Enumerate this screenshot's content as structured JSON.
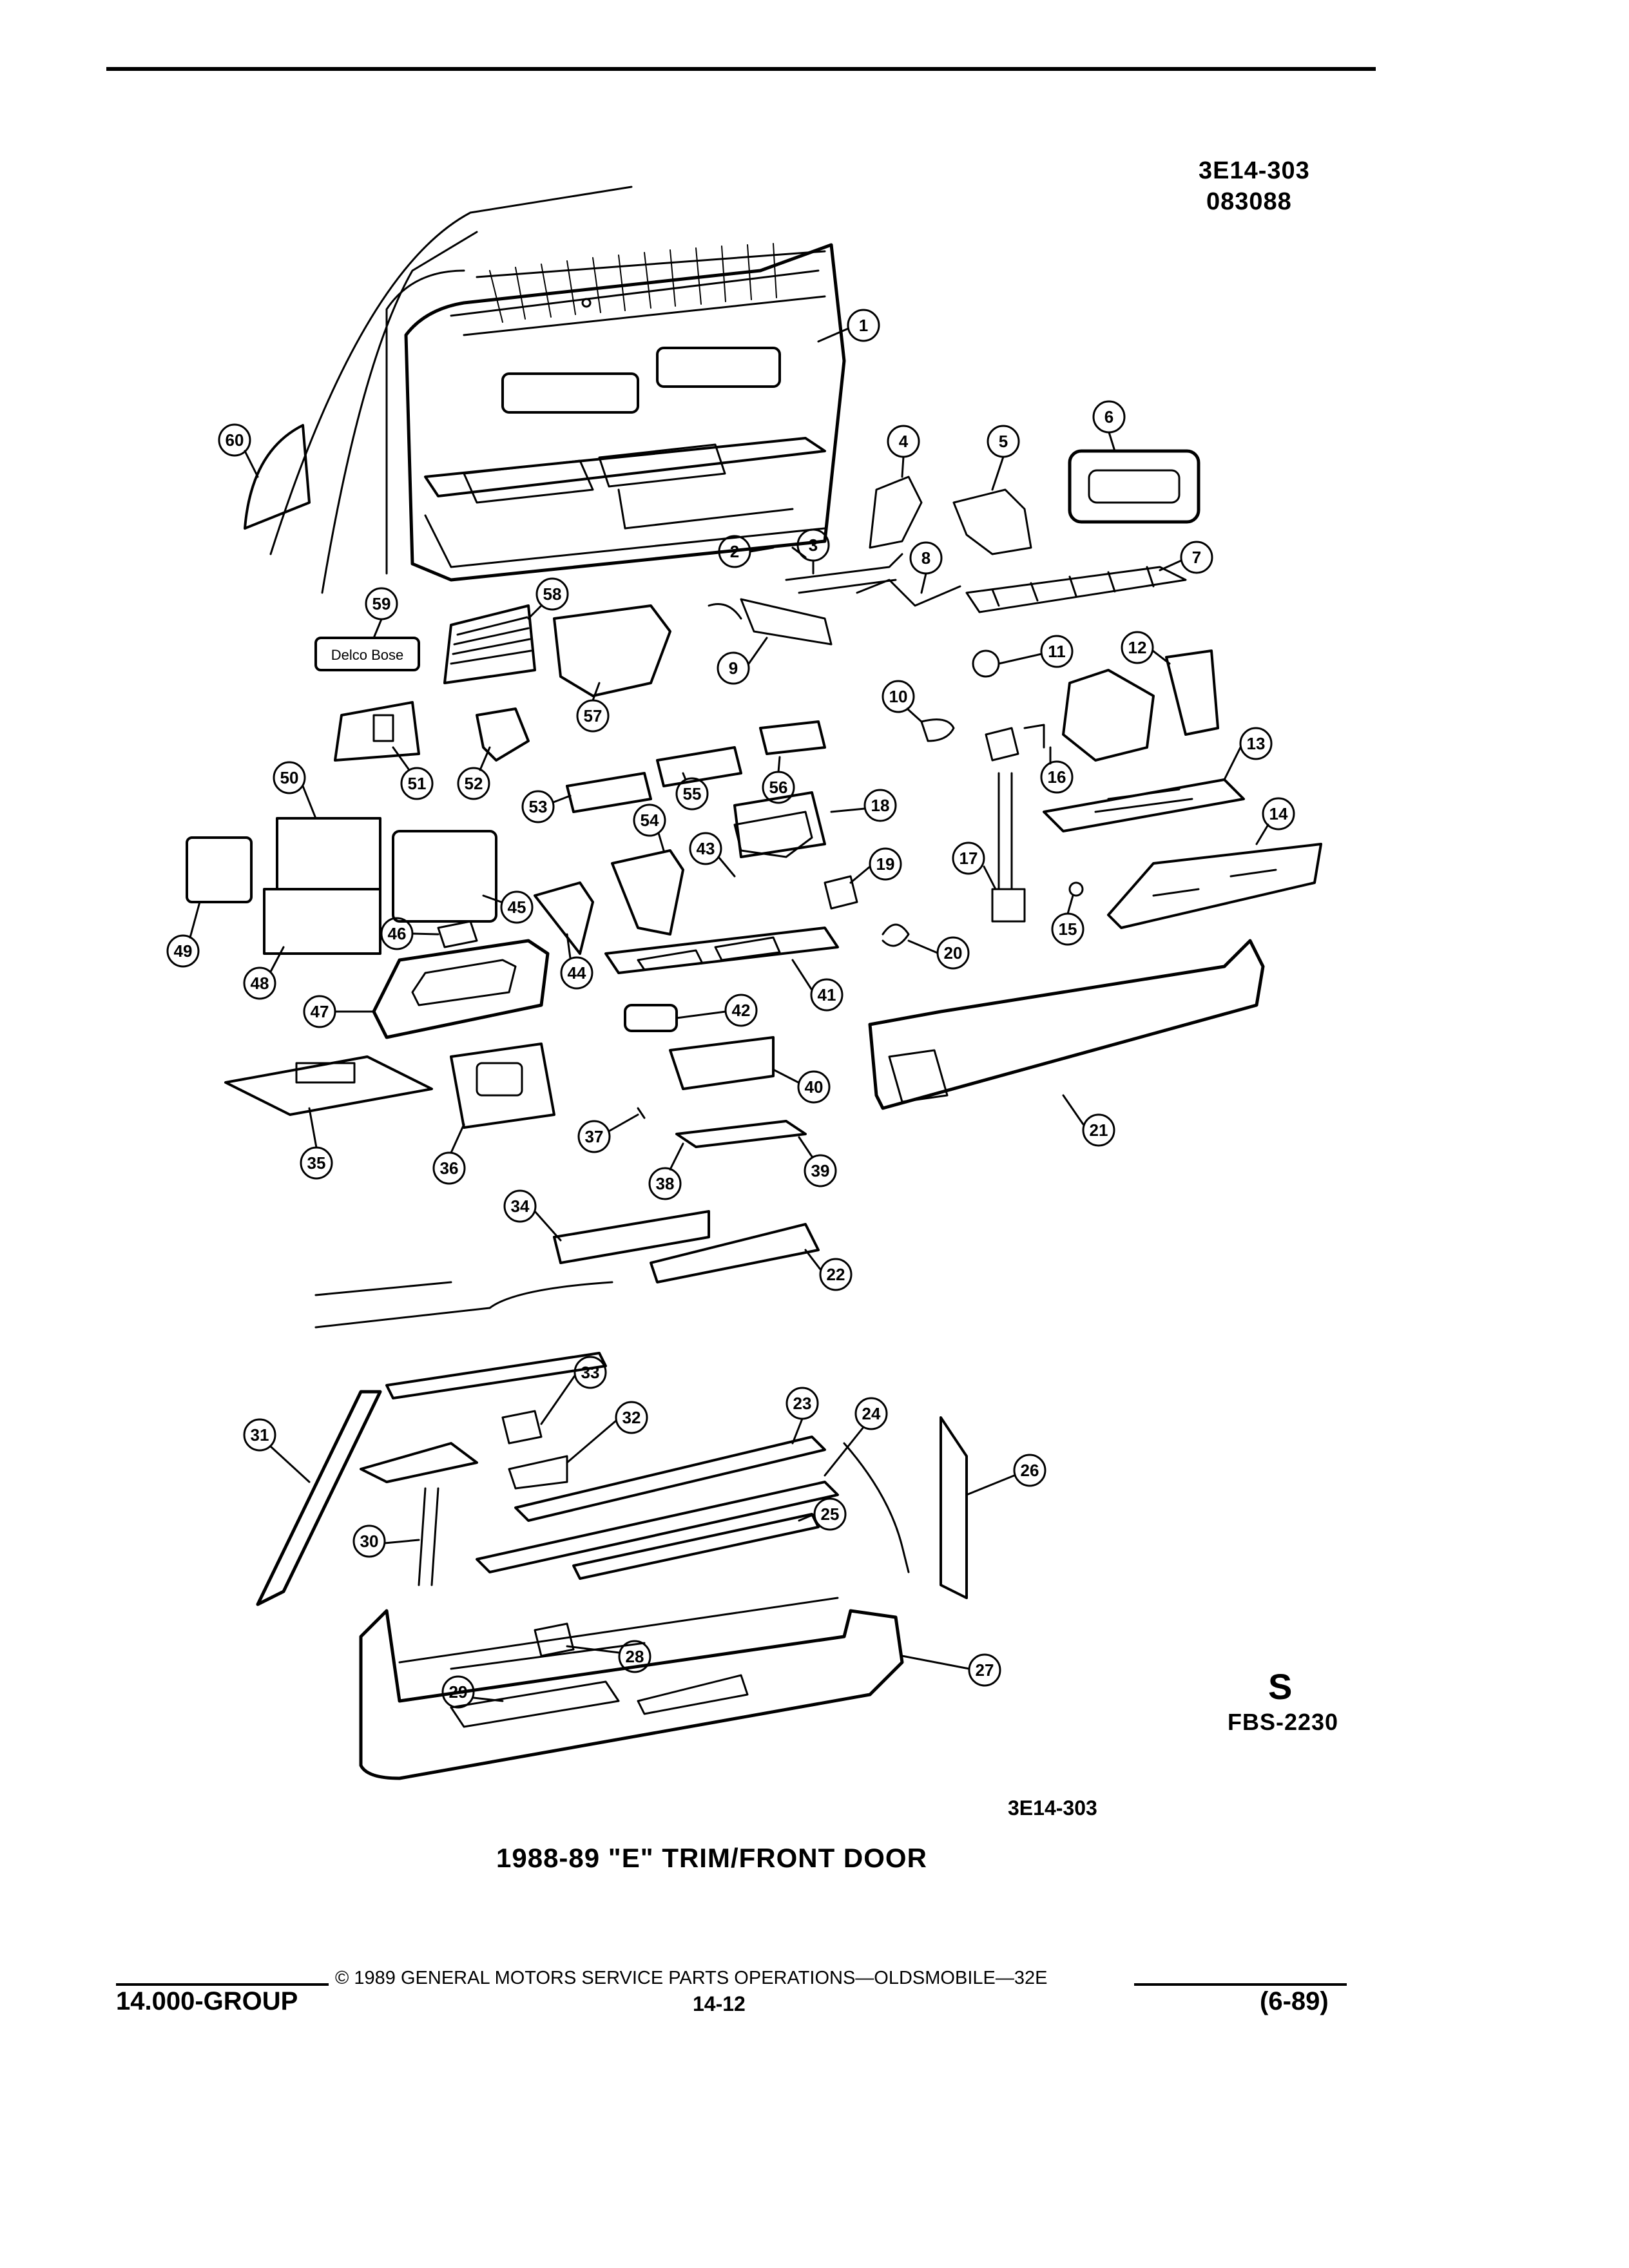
{
  "header": {
    "doc_number": "3E14-303",
    "doc_date": "083088"
  },
  "figure": {
    "code": "FBS-2230",
    "id_label": "3E14-303",
    "caption": "1988-89 \"E\" TRIM/FRONT DOOR",
    "logo_text": "S"
  },
  "footer": {
    "group": "14.000-GROUP",
    "copyright": "© 1989 GENERAL MOTORS SERVICE PARTS OPERATIONS—OLDSMOBILE—32E",
    "page": "14-12",
    "revision": "(6-89)"
  },
  "callouts": [
    "1",
    "2",
    "3",
    "4",
    "5",
    "6",
    "7",
    "8",
    "9",
    "10",
    "11",
    "12",
    "13",
    "14",
    "15",
    "16",
    "17",
    "18",
    "19",
    "20",
    "21",
    "22",
    "23",
    "24",
    "25",
    "26",
    "27",
    "28",
    "29",
    "30",
    "31",
    "32",
    "33",
    "34",
    "35",
    "36",
    "37",
    "38",
    "39",
    "40",
    "41",
    "42",
    "43",
    "44",
    "45",
    "46",
    "47",
    "48",
    "49",
    "50",
    "51",
    "52",
    "53",
    "54",
    "55",
    "56",
    "57",
    "58",
    "59",
    "60"
  ],
  "badge_text": "Delco Bose",
  "colors": {
    "ink": "#000000",
    "paper": "#ffffff"
  }
}
